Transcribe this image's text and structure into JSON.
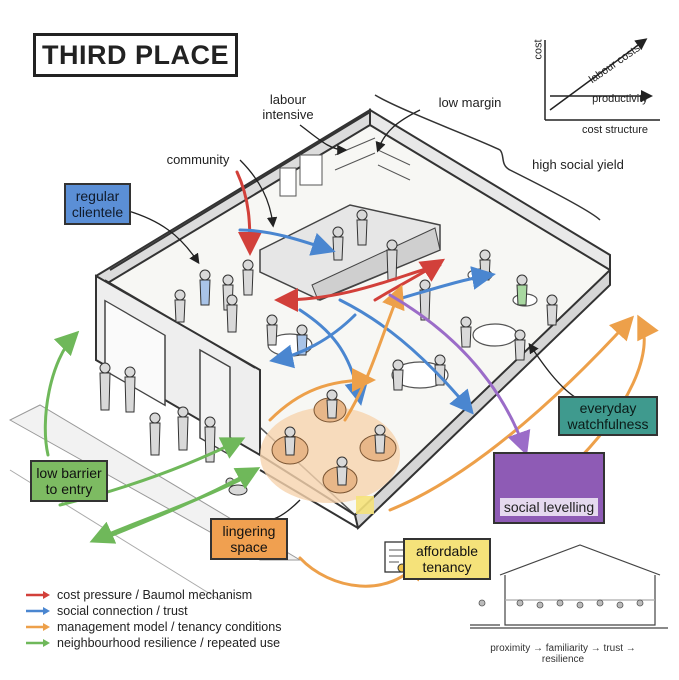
{
  "title": "THIRD PLACE",
  "labels": {
    "labour_intensive": "labour\nintensive",
    "low_margin": "low margin",
    "community": "community",
    "high_social_yield": "high social yield"
  },
  "boxes": {
    "regular_clientele": "regular\nclientele",
    "low_barrier": "low barrier\nto entry",
    "lingering_space": "lingering\nspace",
    "affordable_tenancy": "affordable\ntenancy",
    "social_levelling": "social levelling",
    "everyday_watchfulness": "everyday\nwatchfulness"
  },
  "colors": {
    "regular_clientele": "#5b8fd6",
    "low_barrier": "#7dbb62",
    "lingering_space": "#f0a050",
    "affordable_tenancy": "#f5e27a",
    "social_levelling": "#8e5bb5",
    "everyday_watchfulness": "#3f9a8e",
    "red_arrow": "#d2403a",
    "blue_arrow": "#4a86d0",
    "orange_arrow": "#eda04a",
    "green_arrow": "#6fb85a",
    "purple_arrow": "#9b6cc8"
  },
  "inset_chart": {
    "y_axis_label": "cost",
    "line_labels": [
      "labour costs",
      "productivity"
    ],
    "caption": "cost structure"
  },
  "legend": [
    {
      "label": "cost pressure / Baumol mechanism",
      "color": "#d2403a"
    },
    {
      "label": "social connection / trust",
      "color": "#4a86d0"
    },
    {
      "label": "management model / tenancy conditions",
      "color": "#eda04a"
    },
    {
      "label": "neighbourhood resilience / repeated use",
      "color": "#6fb85a"
    }
  ],
  "bottom_caption": "proximity → familiarity → trust → resilience"
}
